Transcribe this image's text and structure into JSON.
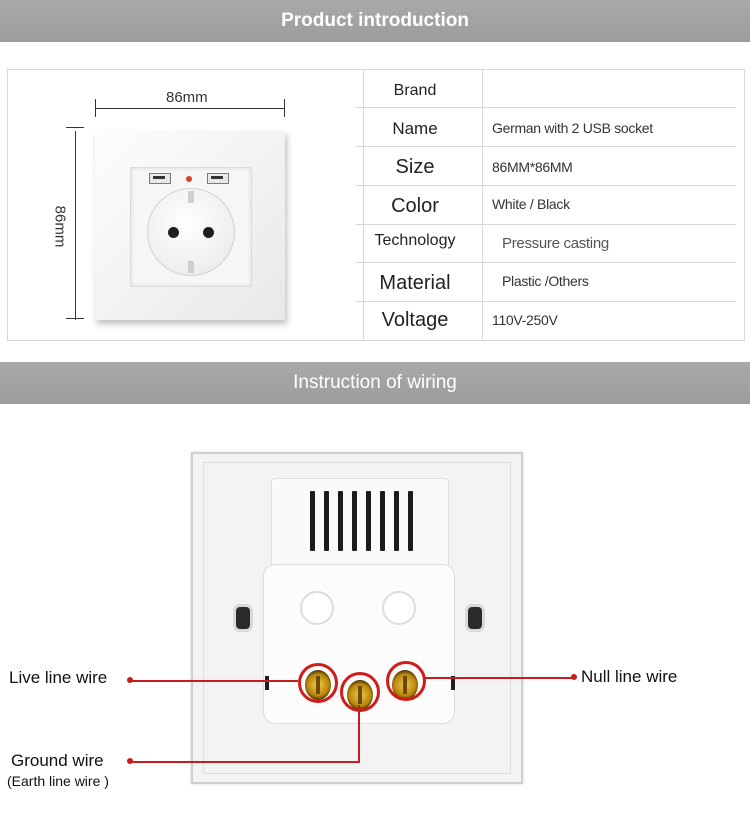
{
  "banners": {
    "product_introduction": "Product introduction",
    "instruction_of_wiring": "Instruction of wiring"
  },
  "dimensions": {
    "width_label": "86mm",
    "height_label": "86mm"
  },
  "spec_table": [
    {
      "key": "Brand",
      "value": ""
    },
    {
      "key": "Name",
      "value": "German  with 2 USB socket"
    },
    {
      "key": "Size",
      "value": "86MM*86MM"
    },
    {
      "key": "Color",
      "value": "White / Black"
    },
    {
      "key": "Technology",
      "value": "Pressure casting"
    },
    {
      "key": "Material",
      "value": "Plastic /Others"
    },
    {
      "key": "Voltage",
      "value": "110V-250V"
    }
  ],
  "wiring": {
    "live_label": "Live line wire",
    "null_label": "Null line wire",
    "ground_label": "Ground wire",
    "ground_sublabel": "(Earth line wire )"
  },
  "colors": {
    "banner": "#a3a3a3",
    "callout_red": "#c81c1c",
    "table_border": "#d8d8d8"
  }
}
